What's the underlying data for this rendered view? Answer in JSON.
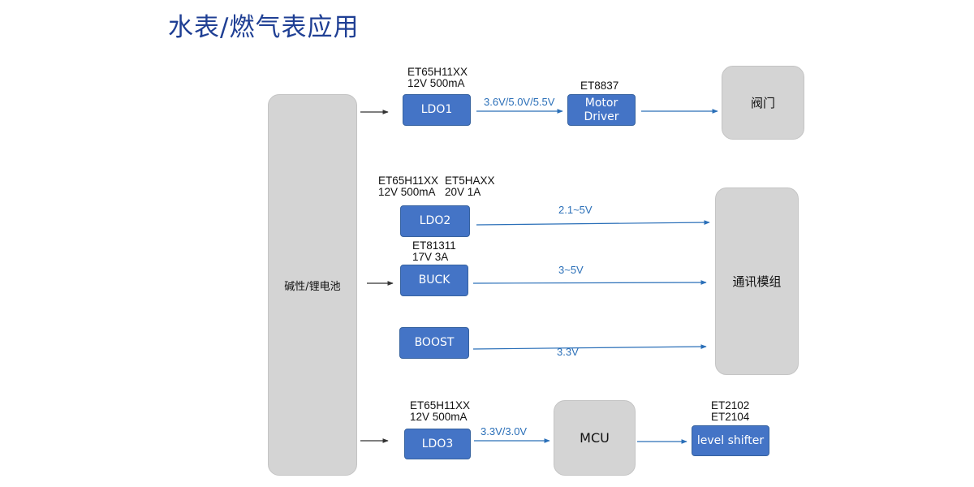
{
  "title": "水表/燃气表应用",
  "source_block": {
    "label": "碱性/锂电池"
  },
  "ldo1": {
    "label": "LDO1",
    "part": "ET65H11XX\n12V 500mA"
  },
  "motor_driver": {
    "label": "Motor\nDriver",
    "part": "ET8837"
  },
  "valve": {
    "label": "阀门"
  },
  "ldo2": {
    "label": "LDO2",
    "part_a": "ET65H11XX\n12V 500mA",
    "part_b": "ET5HAXX\n20V 1A"
  },
  "buck": {
    "label": "BUCK",
    "part": "ET81311\n17V 3A"
  },
  "boost": {
    "label": "BOOST"
  },
  "comm_module": {
    "label": "通讯模组"
  },
  "ldo3": {
    "label": "LDO3",
    "part": "ET65H11XX\n12V 500mA"
  },
  "mcu": {
    "label": "MCU"
  },
  "level_shifter": {
    "label": "level shifter",
    "part": "ET2102\nET2104"
  },
  "voltages": {
    "ldo1_out": "3.6V/5.0V/5.5V",
    "ldo2_out": "2.1~5V",
    "buck_out": "3~5V",
    "boost_out": "3.3V",
    "ldo3_out": "3.3V/3.0V"
  },
  "colors": {
    "title": "#1f3f94",
    "block_blue": "#4474c6",
    "block_gray": "#d4d4d4",
    "arrow_blue": "#2a6fb8",
    "arrow_dark": "#333333"
  }
}
